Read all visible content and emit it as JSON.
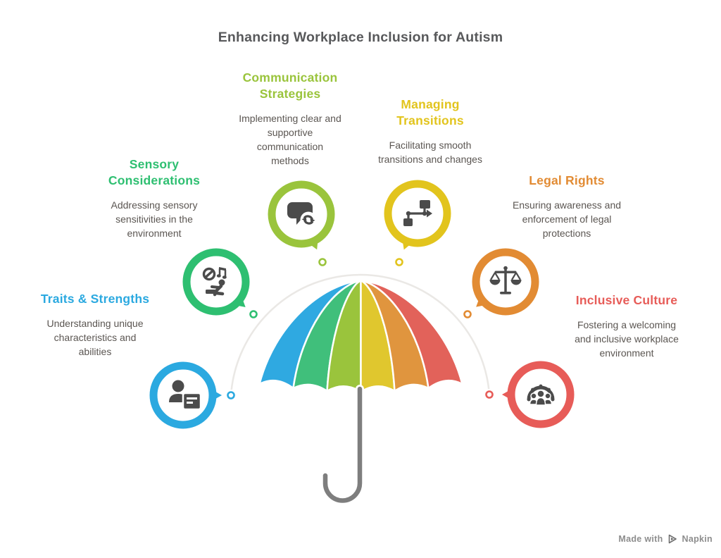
{
  "header": {
    "title": "Enhancing Workplace Inclusion for Autism"
  },
  "nodes": [
    {
      "id": "traits",
      "title": "Traits & Strengths",
      "description": "Understanding unique\ncharacteristics and\nabilities",
      "color": "#2BA9E0",
      "icon": "person-profile-icon"
    },
    {
      "id": "sensory",
      "title": "Sensory\nConsiderations",
      "description": "Addressing sensory\nsensitivities in the\nenvironment",
      "color": "#2EBF71",
      "icon": "sensory-awareness-icon"
    },
    {
      "id": "communication",
      "title": "Communication\nStrategies",
      "description": "Implementing clear and\nsupportive\ncommunication\nmethods",
      "color": "#9AC43C",
      "icon": "speech-refresh-icon"
    },
    {
      "id": "transitions",
      "title": "Managing\nTransitions",
      "description": "Facilitating smooth\ntransitions and changes",
      "color": "#E2C41D",
      "icon": "flowchart-icon"
    },
    {
      "id": "legal",
      "title": "Legal Rights",
      "description": "Ensuring awareness and\nenforcement of legal\nprotections",
      "color": "#E28B33",
      "icon": "scales-icon"
    },
    {
      "id": "culture",
      "title": "Inclusive Culture",
      "description": "Fostering a welcoming\nand inclusive workplace\nenvironment",
      "color": "#E75C58",
      "icon": "people-group-icon"
    }
  ],
  "umbrella": {
    "colors": [
      "#2FA9E1",
      "#40BF7B",
      "#9AC43C",
      "#E0C72E",
      "#E0953E",
      "#E2625A"
    ],
    "handle_color": "#7E7E7E"
  },
  "connector": {
    "arc_color": "#EAE8E5"
  },
  "icon_color": "#4B4B4B",
  "footer": {
    "made_with": "Made with",
    "brand": "Napkin"
  }
}
